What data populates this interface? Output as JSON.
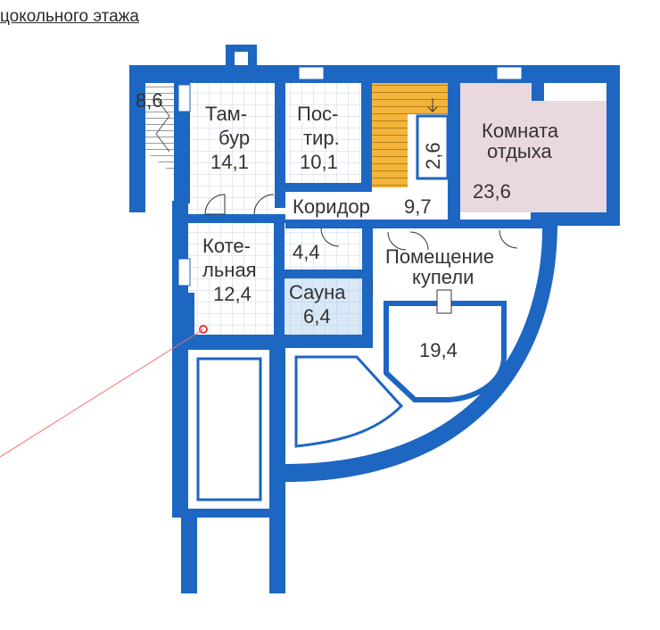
{
  "title": "цокольного этажа",
  "colors": {
    "wall": "#1d66c2",
    "grid_line": "#c9d6e3",
    "stair": "#f2b43a",
    "lounge_fill": "#ead8e1",
    "sauna_fill": "#d8e8f6",
    "marker": "#e53935"
  },
  "rooms": {
    "stair_small": {
      "area": "8,6"
    },
    "vestibule": {
      "name_1": "Там-",
      "name_2": "бур",
      "area": "14,1"
    },
    "laundry": {
      "name_1": "Пос-",
      "name_2": "тир.",
      "area": "10,1"
    },
    "closet": {
      "area": "2,6"
    },
    "lounge": {
      "name_1": "Комната",
      "name_2": "отдыха",
      "area": "23,6"
    },
    "corridor": {
      "name": "Коридор",
      "area": "9,7"
    },
    "boiler": {
      "name_1": "Коте-",
      "name_2": "льная",
      "area": "12,4"
    },
    "washroom": {
      "area": "4,4"
    },
    "sauna": {
      "name": "Сауна",
      "area": "6,4"
    },
    "pool_room": {
      "name_1": "Помещение",
      "name_2": "купели",
      "area": "19,4"
    }
  }
}
